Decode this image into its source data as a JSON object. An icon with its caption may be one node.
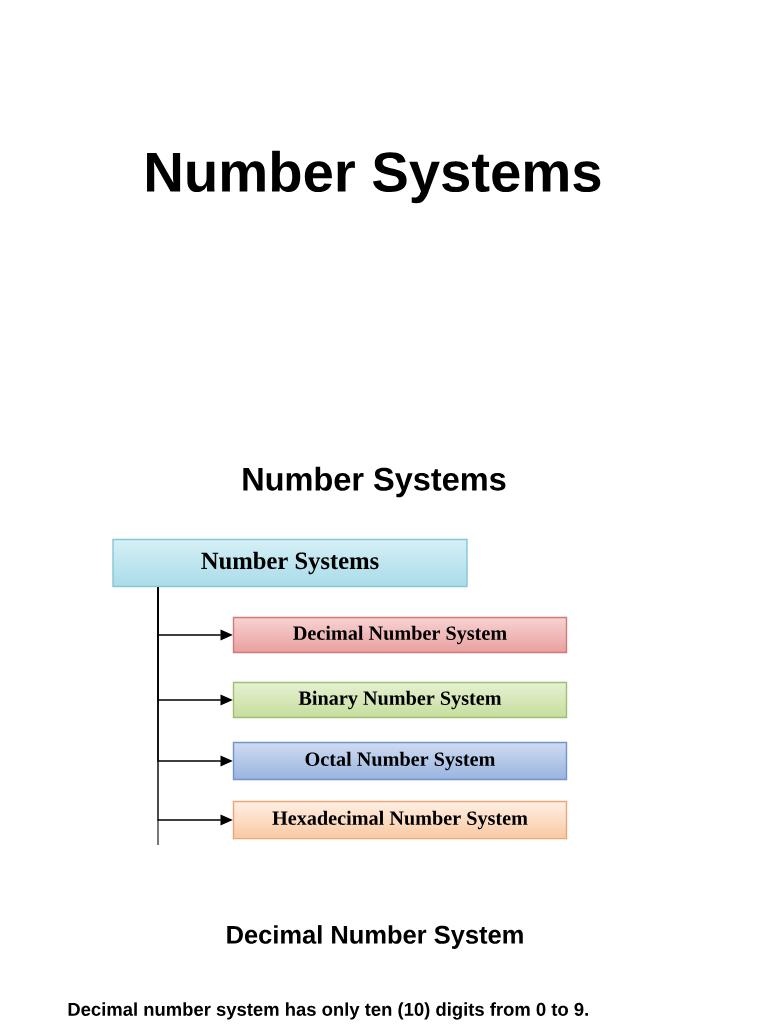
{
  "diagram": {
    "title": "Number Systems",
    "nodes": [
      {
        "text": [
          "Number Systems"
        ]
      },
      {
        "text": [
          "Decimal Number System"
        ]
      },
      {
        "text": [
          "Binary Number System"
        ]
      },
      {
        "text": [
          "Octal Number System"
        ]
      },
      {
        "text": [
          "Hexadecimal Number System"
        ]
      }
    ],
    "edges": [
      {
        "from": 0,
        "to": 1,
        "arrow": "to"
      },
      {
        "from": 0,
        "to": 2,
        "arrow": "to"
      },
      {
        "from": 0,
        "to": 3,
        "arrow": "to"
      },
      {
        "from": 0,
        "to": 4,
        "arrow": "to"
      }
    ],
    "labels": [
      "Number Systems",
      "Decimal Number System",
      "Decimal number system has only ten (10) digits from 0 to 9."
    ]
  }
}
